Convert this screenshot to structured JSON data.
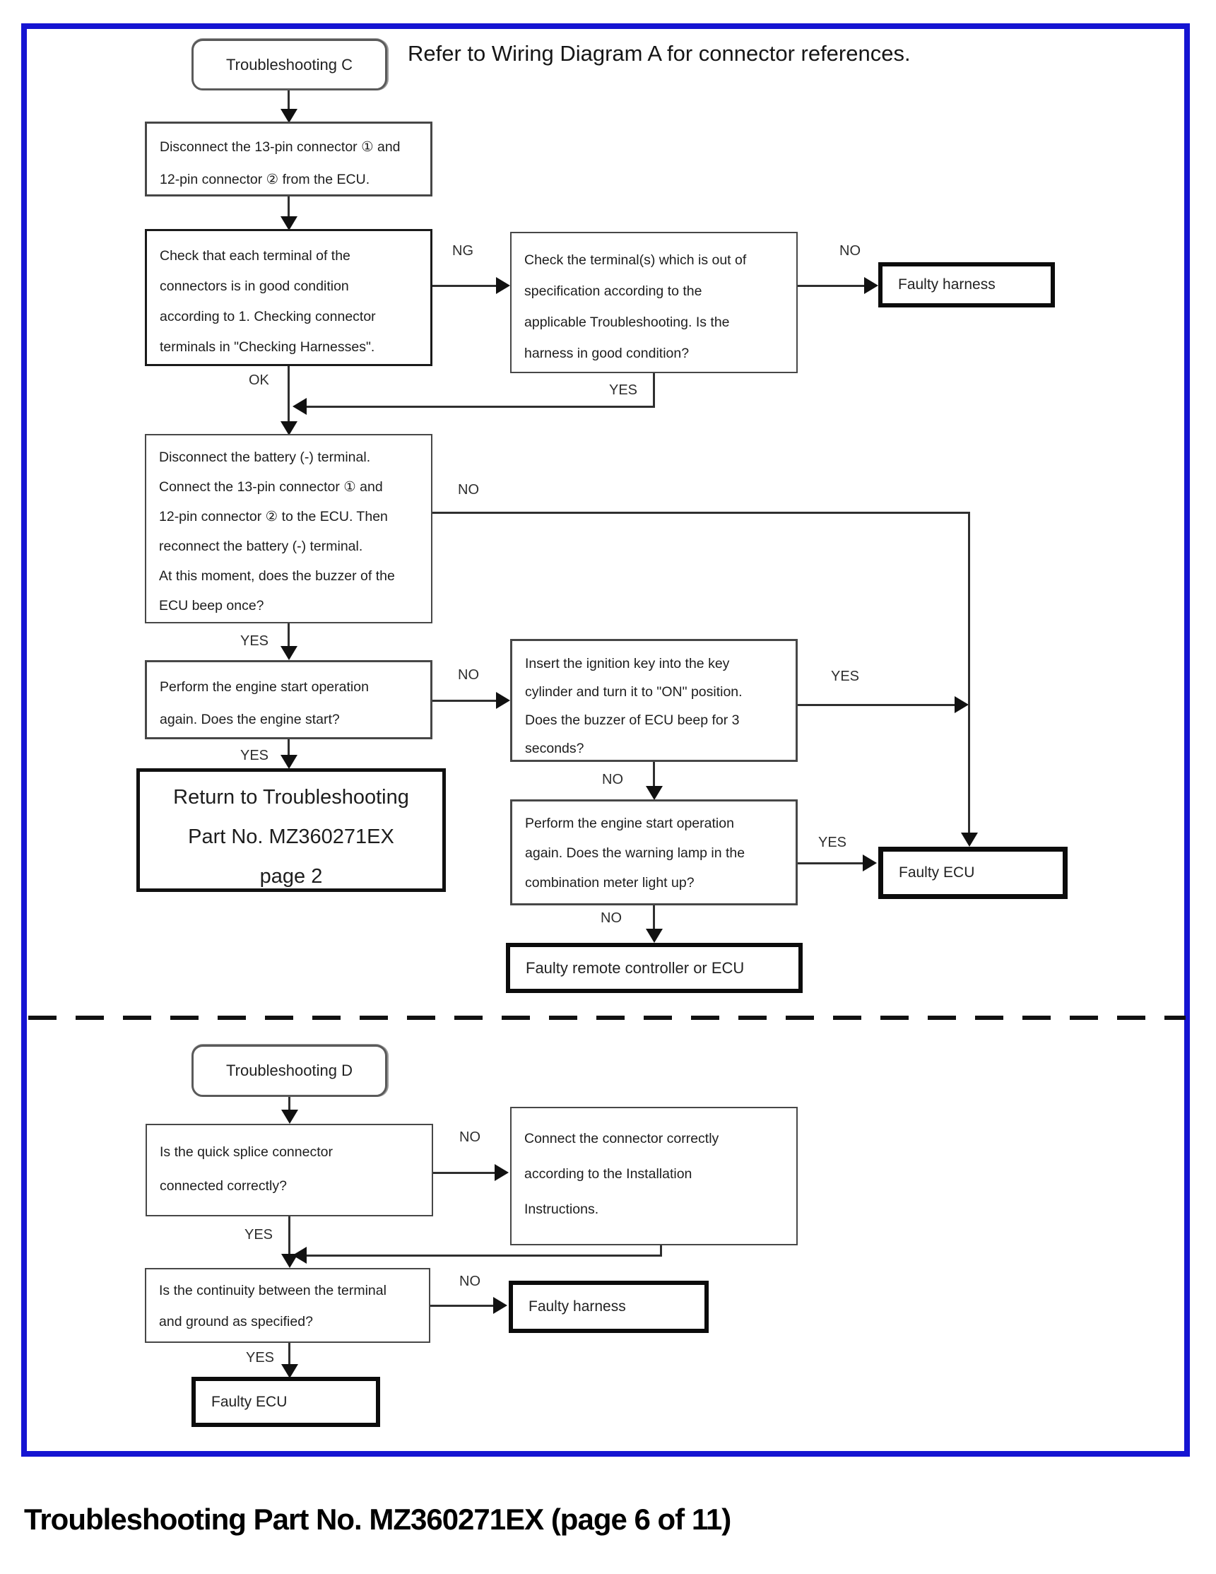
{
  "frame_color": "#1514d2",
  "note": "Refer to Wiring Diagram A for connector references.",
  "footer_title": "Troubleshooting Part No. MZ360271EX (page 6 of 11)",
  "c": {
    "start": "Troubleshooting C",
    "n1": "Disconnect the 13-pin connector ① and\n12-pin connector ② from the ECU.",
    "n2": "Check that each terminal of the\nconnectors is in good condition\naccording to 1. Checking connector\nterminals in \"Checking Harnesses\".",
    "n3": "Check the terminal(s) which is out of\nspecification according to the\napplicable Troubleshooting. Is the\nharness in good condition?",
    "r1": "Faulty harness",
    "n4": "Disconnect the battery (-) terminal.\nConnect the 13-pin connector ① and\n12-pin connector ② to the ECU. Then\nreconnect the battery (-) terminal.\nAt this moment, does the buzzer of the\nECU beep once?",
    "n5": "Perform the engine start operation\nagain. Does the engine start?",
    "n6": "Insert the ignition key into the key\ncylinder and turn it to \"ON\" position.\nDoes the buzzer of ECU beep for 3\nseconds?",
    "n7": "Return to Troubleshooting\nPart No. MZ360271EX\npage 2",
    "n8": "Perform the engine start operation\nagain. Does the warning lamp in the\ncombination meter light up?",
    "r2": "Faulty ECU",
    "r3": "Faulty remote controller or ECU",
    "lbl": {
      "ng": "NG",
      "no1": "NO",
      "ok": "OK",
      "yes1": "YES",
      "no2": "NO",
      "yes2": "YES",
      "no3": "NO",
      "yes3": "YES",
      "yes4": "YES",
      "no4": "NO",
      "yes5": "YES",
      "no5": "NO"
    }
  },
  "d": {
    "start": "Troubleshooting D",
    "n1": "Is the quick splice connector\nconnected correctly?",
    "n2": "Connect the connector correctly\naccording to the Installation\nInstructions.",
    "n3": "Is the continuity between the terminal\nand ground as specified?",
    "r1": "Faulty harness",
    "r2": "Faulty ECU",
    "lbl": {
      "no1": "NO",
      "yes1": "YES",
      "no2": "NO",
      "yes2": "YES"
    }
  }
}
